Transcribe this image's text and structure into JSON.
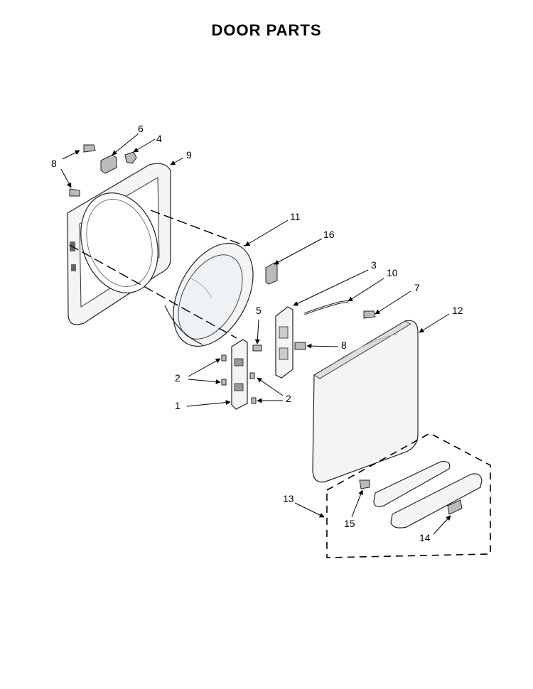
{
  "title": "DOOR PARTS",
  "callouts": {
    "c1": "1",
    "c2a": "2",
    "c2b": "2",
    "c3": "3",
    "c4": "4",
    "c5": "5",
    "c6": "6",
    "c7": "7",
    "c8a": "8",
    "c8b": "8",
    "c9": "9",
    "c10": "10",
    "c11": "11",
    "c12": "12",
    "c13": "13",
    "c14": "14",
    "c15": "15",
    "c16": "16"
  }
}
